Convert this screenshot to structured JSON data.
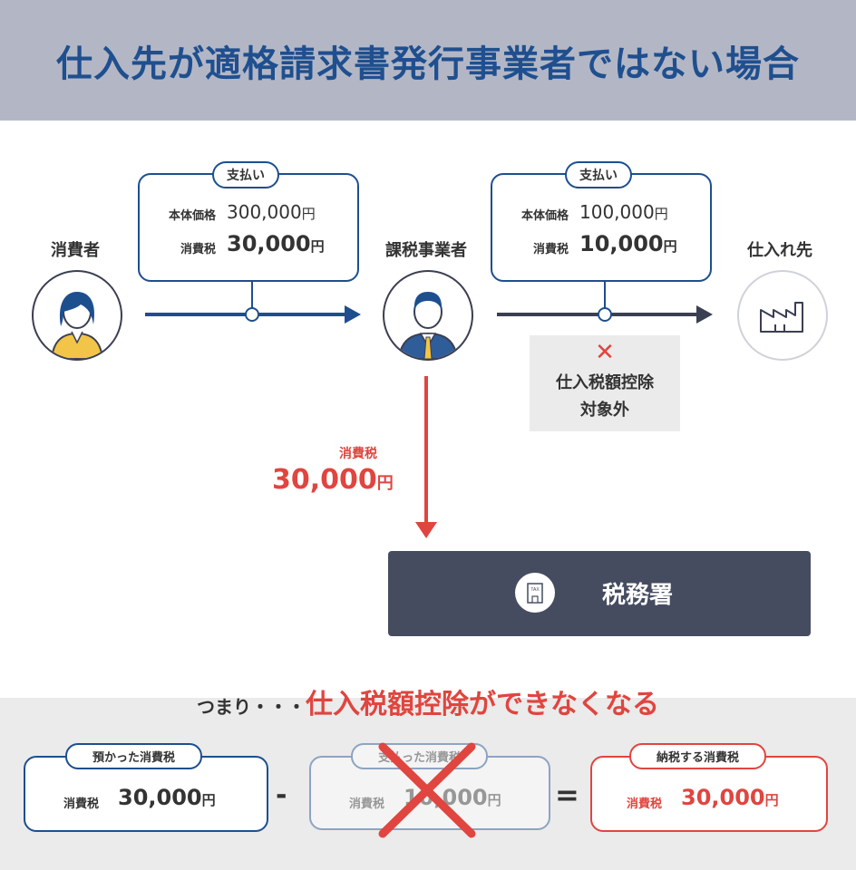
{
  "header": {
    "title": "仕入先が適格請求書発行事業者ではない場合"
  },
  "actors": {
    "consumer": "消費者",
    "business": "課税事業者",
    "supplier": "仕入れ先"
  },
  "payment1": {
    "tag": "支払い",
    "price_label": "本体価格",
    "price_value": "300,000",
    "tax_label": "消費税",
    "tax_value": "30,000",
    "yen": "円"
  },
  "payment2": {
    "tag": "支払い",
    "price_label": "本体価格",
    "price_value": "100,000",
    "tax_label": "消費税",
    "tax_value": "10,000",
    "yen": "円"
  },
  "not_eligible": {
    "mark": "✕",
    "line1": "仕入税額控除",
    "line2": "対象外"
  },
  "tax_flow": {
    "label": "消費税",
    "value": "30,000",
    "yen": "円"
  },
  "tax_office": {
    "label": "税務署",
    "icon_text": "TAX"
  },
  "conclusion": {
    "prefix": "つまり・・・",
    "emphasis": "仕入税額控除ができなくなる"
  },
  "equation": {
    "received": {
      "tag": "預かった消費税",
      "label": "消費税",
      "value": "30,000",
      "yen": "円"
    },
    "minus": "-",
    "paid": {
      "tag": "支払った消費税",
      "label": "消費税",
      "value": "10,000",
      "yen": "円"
    },
    "equals": "=",
    "payable": {
      "tag": "納税する消費税",
      "label": "消費税",
      "value": "30,000",
      "yen": "円"
    }
  },
  "colors": {
    "navy": "#1d4f8f",
    "dark": "#3a3f52",
    "red": "#e0453f",
    "header_bg": "#b3b7c5",
    "grey_bg": "#ebebeb"
  }
}
